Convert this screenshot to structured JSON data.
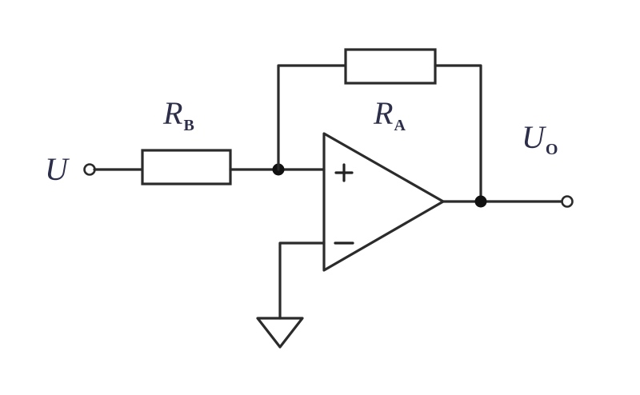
{
  "labels": {
    "input_voltage": {
      "main": "U",
      "sub": ""
    },
    "resistor_b": {
      "main": "R",
      "sub": "B"
    },
    "resistor_a": {
      "main": "R",
      "sub": "A"
    },
    "output_voltage": {
      "main": "U",
      "sub": "O"
    }
  },
  "opamp": {
    "noninverting_symbol": "+",
    "inverting_symbol": "−"
  },
  "colors": {
    "line": "#2b2b2b",
    "label": "#2d2f4a"
  }
}
